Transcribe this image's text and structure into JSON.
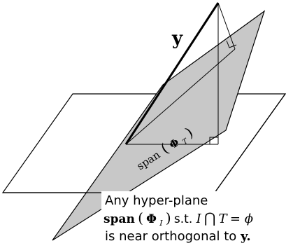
{
  "labels": {
    "vector_y": "y",
    "span_T": {
      "prefix": "span",
      "open": "(",
      "phi": "Φ",
      "subscript": "T",
      "close": ")"
    }
  },
  "caption": {
    "line1": "Any hyper-plane",
    "line2": {
      "span": "span",
      "open": "(",
      "phi": "Φ",
      "sub_I": "I",
      "close": ")",
      "st": " s.t. ",
      "condition_I": "I",
      "cap": "⋂",
      "condition_T": "T",
      "equals": " = ",
      "phi_sym": "ϕ"
    },
    "line3_prefix": "is near orthogonal to ",
    "line3_bold": "y.",
    "line3_suffix": ""
  },
  "colors": {
    "plane_fill": "#c8c8c8",
    "stroke": "#000000",
    "background": "#ffffff"
  }
}
